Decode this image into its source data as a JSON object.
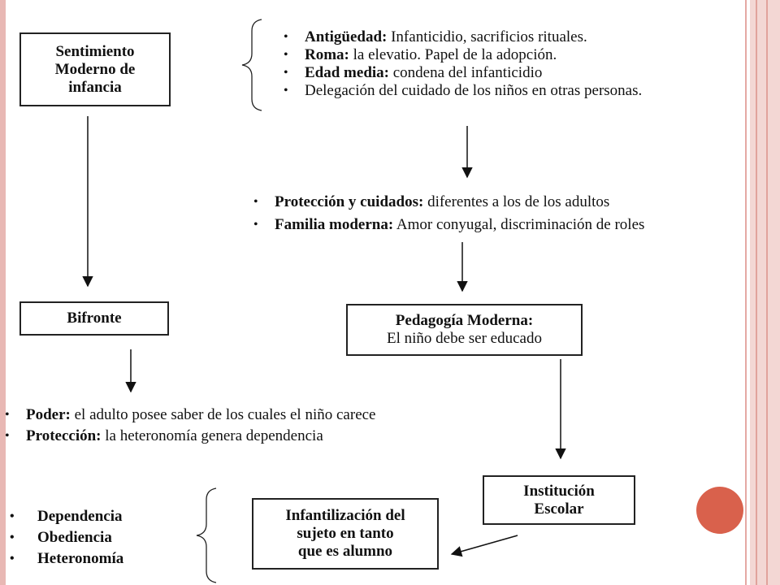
{
  "nodes": {
    "sentimiento": [
      "Sentimiento",
      "Moderno de",
      "infancia"
    ],
    "bifronte": "Bifronte",
    "pedagogia": {
      "title": "Pedagogía Moderna:",
      "subtitle": "El niño debe ser educado"
    },
    "institucion": [
      "Institución",
      "Escolar"
    ],
    "infantilizacion": [
      "Infantilización del",
      "sujeto en tanto",
      "que es alumno"
    ]
  },
  "history_list": [
    {
      "term": "Antigüedad:",
      "text": " Infanticidio, sacrificios rituales."
    },
    {
      "term": "Roma:",
      "text": " la elevatio. Papel de la adopción."
    },
    {
      "term": "Edad media:",
      "text": " condena del infanticidio"
    },
    {
      "term": "",
      "text": "Delegación del cuidado de los niños en otras personas."
    }
  ],
  "modern_list": [
    {
      "term": "Protección y cuidados:",
      "text": " diferentes a los de los adultos"
    },
    {
      "term": "Familia moderna:",
      "text": " Amor conyugal, discriminación de roles"
    }
  ],
  "bifronte_list": [
    {
      "term": "Poder:",
      "text": " el adulto posee saber de los cuales el niño carece"
    },
    {
      "term": "Protección:",
      "text": " la heteronomía genera dependencia"
    }
  ],
  "outcome_list": [
    "Dependencia",
    "Obediencia",
    "Heteronomía"
  ],
  "colors": {
    "accent_circle": "#d9614c",
    "frame": "#e8b8b4"
  }
}
